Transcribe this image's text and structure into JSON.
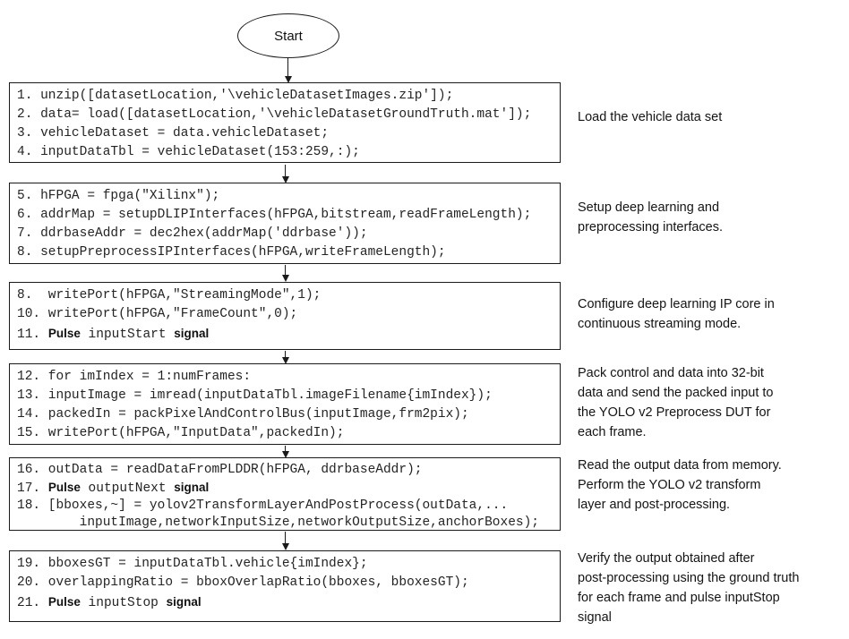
{
  "diagram": {
    "start_label": "Start",
    "colors": {
      "background": "#ffffff",
      "border": "#1a1a1a",
      "code_text": "#242424",
      "annotation_text": "#141414"
    },
    "steps": [
      {
        "code_lines": [
          [
            {
              "t": "1. unzip([datasetLocation,'\\vehicleDatasetImages.zip']);",
              "f": "mono"
            }
          ],
          [
            {
              "t": "2. data= load([datasetLocation,'\\vehicleDatasetGroundTruth.mat']);",
              "f": "mono"
            }
          ],
          [
            {
              "t": "3. vehicleDataset = data.vehicleDataset;",
              "f": "mono"
            }
          ],
          [
            {
              "t": "4. inputDataTbl = vehicleDataset(153:259,:);",
              "f": "mono"
            }
          ]
        ],
        "annotation": "Load the vehicle data set"
      },
      {
        "code_lines": [
          [
            {
              "t": "5. hFPGA = fpga(\"Xilinx\");",
              "f": "mono"
            }
          ],
          [
            {
              "t": "6. addrMap = setupDLIPInterfaces(hFPGA,bitstream,readFrameLength);",
              "f": "mono"
            }
          ],
          [
            {
              "t": "7. ddrbaseAddr = dec2hex(addrMap('ddrbase'));",
              "f": "mono"
            }
          ],
          [
            {
              "t": "8. setupPreprocessIPInterfaces(hFPGA,writeFrameLength);",
              "f": "mono"
            }
          ]
        ],
        "annotation": "Setup deep learning and\npreprocessing interfaces."
      },
      {
        "code_lines": [
          [
            {
              "t": "8.  writePort(hFPGA,\"StreamingMode\",1);",
              "f": "mono"
            }
          ],
          [
            {
              "t": "10. writePort(hFPGA,\"FrameCount\",0);",
              "f": "mono"
            }
          ],
          [
            {
              "t": "11. ",
              "f": "mono"
            },
            {
              "t": "Pulse",
              "f": "sans"
            },
            {
              "t": " inputStart ",
              "f": "mono"
            },
            {
              "t": "signal",
              "f": "sans"
            }
          ]
        ],
        "annotation": "Configure deep learning IP core in\ncontinuous streaming mode."
      },
      {
        "code_lines": [
          [
            {
              "t": "12. for imIndex = 1:numFrames:",
              "f": "mono"
            }
          ],
          [
            {
              "t": "13. inputImage = imread(inputDataTbl.imageFilename{imIndex});",
              "f": "mono"
            }
          ],
          [
            {
              "t": "14. packedIn = packPixelAndControlBus(inputImage,frm2pix);",
              "f": "mono"
            }
          ],
          [
            {
              "t": "15. writePort(hFPGA,\"InputData\",packedIn);",
              "f": "mono"
            }
          ]
        ],
        "annotation": "Pack control and data into 32-bit\ndata and send the packed input to\nthe YOLO v2 Preprocess DUT for\neach frame."
      },
      {
        "code_lines": [
          [
            {
              "t": "16. outData = readDataFromPLDDR(hFPGA, ddrbaseAddr);",
              "f": "mono"
            }
          ],
          [
            {
              "t": "17. ",
              "f": "mono"
            },
            {
              "t": "Pulse",
              "f": "sans"
            },
            {
              "t": " outputNext ",
              "f": "mono"
            },
            {
              "t": "signal",
              "f": "sans"
            }
          ],
          [
            {
              "t": "18. [bboxes,~] = yolov2TransformLayerAndPostProcess(outData,...",
              "f": "mono"
            }
          ],
          [
            {
              "t": "        inputImage,networkInputSize,networkOutputSize,anchorBoxes);",
              "f": "mono"
            }
          ]
        ],
        "annotation": "Read the output data from memory.\nPerform the YOLO v2 transform\nlayer and post-processing."
      },
      {
        "code_lines": [
          [
            {
              "t": "19. bboxesGT = inputDataTbl.vehicle{imIndex};",
              "f": "mono"
            }
          ],
          [
            {
              "t": "20. overlappingRatio = bboxOverlapRatio(bboxes, bboxesGT);",
              "f": "mono"
            }
          ],
          [
            {
              "t": "21. ",
              "f": "mono"
            },
            {
              "t": "Pulse",
              "f": "sans"
            },
            {
              "t": " inputStop ",
              "f": "mono"
            },
            {
              "t": "signal",
              "f": "sans"
            }
          ]
        ],
        "annotation": "Verify the output obtained after\npost-processing using the ground truth\nfor each frame and pulse inputStop\nsignal"
      }
    ]
  }
}
